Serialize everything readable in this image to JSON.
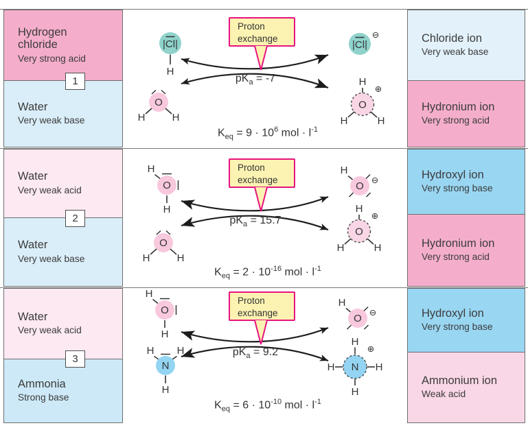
{
  "palette": {
    "acid_very_strong": "#f4aecb",
    "acid_very_weak": "#fce9f2",
    "acid_weak": "#f9d7e6",
    "base_very_weak": "#daeef9",
    "base_very_weak_light": "#e2f1fa",
    "base_very_strong": "#99d6f2",
    "base_strong": "#cde9f7",
    "atom_chlorine_circle": "#8fd3cb",
    "atom_oxygen_circle": "#f8c8dd",
    "atom_nitrogen_circle": "#93d4f2",
    "callout_background": "#fcf3b2",
    "callout_border": "#e6137f"
  },
  "atoms": {
    "h": "H",
    "o": "O",
    "n": "N",
    "cl": "|Cl|",
    "minus": "⊖",
    "plus": "⊕"
  },
  "callout": {
    "line1": "Proton",
    "line2": "exchange"
  },
  "rows": [
    {
      "number": "1",
      "left_top": {
        "title": "Hydrogen chloride",
        "subtitle": "Very strong acid"
      },
      "left_bottom": {
        "title": "Water",
        "subtitle": "Very weak base"
      },
      "right_top": {
        "title": "Chloride ion",
        "subtitle": "Very weak base"
      },
      "right_bottom": {
        "title": "Hydronium ion",
        "subtitle": "Very strong acid"
      },
      "pka": {
        "base": "pK",
        "sub": "a",
        "value": " = -7"
      },
      "keq": {
        "base": "K",
        "sub": "eq",
        "mantissa": " = 9 · 10",
        "exponent": "6",
        "unit": " mol · l",
        "unit_exponent": "-1"
      },
      "equilibrium_favors": "products"
    },
    {
      "number": "2",
      "left_top": {
        "title": "Water",
        "subtitle": "Very weak acid"
      },
      "left_bottom": {
        "title": "Water",
        "subtitle": "Very weak base"
      },
      "right_top": {
        "title": "Hydroxyl ion",
        "subtitle": "Very strong base"
      },
      "right_bottom": {
        "title": "Hydronium ion",
        "subtitle": "Very strong acid"
      },
      "pka": {
        "base": "pK",
        "sub": "a",
        "value": " = 15.7"
      },
      "keq": {
        "base": "K",
        "sub": "eq",
        "mantissa": " = 2 · 10",
        "exponent": "-16",
        "unit": " mol · l",
        "unit_exponent": "-1"
      },
      "equilibrium_favors": "reactants"
    },
    {
      "number": "3",
      "left_top": {
        "title": "Water",
        "subtitle": "Very weak acid"
      },
      "left_bottom": {
        "title": "Ammonia",
        "subtitle": "Strong base"
      },
      "right_top": {
        "title": "Hydroxyl ion",
        "subtitle": "Very strong base"
      },
      "right_bottom": {
        "title": "Ammonium ion",
        "subtitle": "Weak acid"
      },
      "pka": {
        "base": "pK",
        "sub": "a",
        "value": " = 9.2"
      },
      "keq": {
        "base": "K",
        "sub": "eq",
        "mantissa": " = 6 · 10",
        "exponent": "-10",
        "unit": " mol · l",
        "unit_exponent": "-1"
      },
      "equilibrium_favors": "reactants"
    }
  ]
}
